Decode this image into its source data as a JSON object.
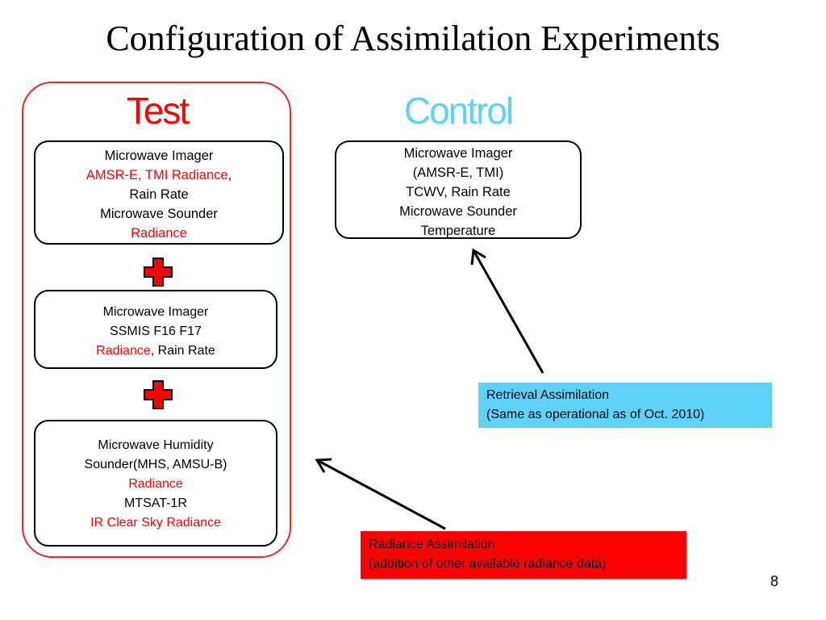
{
  "title": "Configuration of Assimilation Experiments",
  "test": {
    "heading": "Test",
    "box1": {
      "line1": "Microwave Imager",
      "line2_red": "AMSR-E, TMI Radiance",
      "line2_tail": ",",
      "line3": "Rain Rate",
      "line4": "Microwave Sounder",
      "line5_red": "Radiance"
    },
    "box2": {
      "line1": "Microwave Imager",
      "line2": "SSMIS F16 F17",
      "line3_red": "Radiance",
      "line3_tail": ", Rain Rate"
    },
    "box3": {
      "line1": "Microwave Humidity",
      "line2": "Sounder(MHS, AMSU-B)",
      "line3_red": "Radiance",
      "line4": "MTSAT-1R",
      "line5_red": "IR Clear Sky Radiance"
    }
  },
  "control": {
    "heading": "Control",
    "box": {
      "line1": "Microwave Imager",
      "line2_open": "(",
      "line2_bold": "AMSR-E, TMI",
      "line2_close": ")",
      "line3": "TCWV, Rain Rate",
      "line4": "Microwave Sounder",
      "line5": "Temperature"
    }
  },
  "callouts": {
    "retrieval": {
      "line1": "Retrieval Assimilation",
      "line2": "(Same as operational as of Oct. 2010)"
    },
    "radiance": {
      "line1": "Radiance Assimilation",
      "line2": "(addition of other available radiance data)"
    }
  },
  "page_number": "8",
  "colors": {
    "test_red": "#ff0000",
    "control_blue": "#5fd3f7",
    "frame_red": "#e8272a"
  },
  "icons": [
    "plus-icon",
    "plus-icon",
    "arrow-icon",
    "arrow-icon"
  ]
}
